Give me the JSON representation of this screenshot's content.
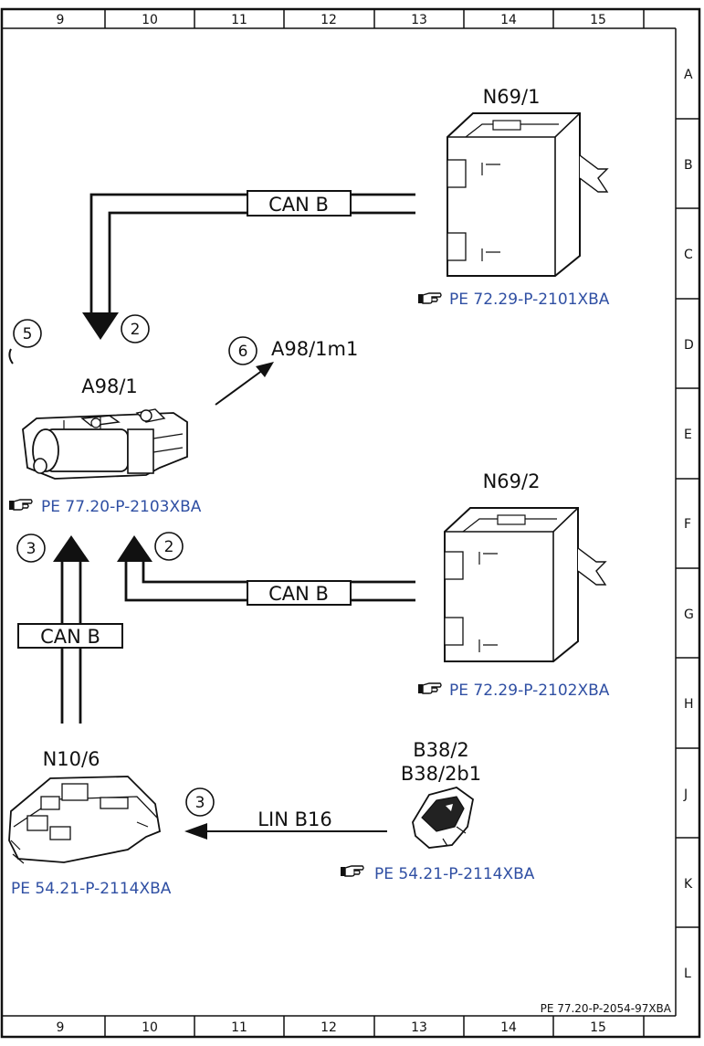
{
  "grid": {
    "columns": [
      "9",
      "10",
      "11",
      "12",
      "13",
      "14",
      "15"
    ],
    "rows": [
      "A",
      "B",
      "C",
      "D",
      "E",
      "F",
      "G",
      "H",
      "J",
      "K",
      "L"
    ]
  },
  "components": {
    "n69_1": {
      "label": "N69/1",
      "ref": "PE 72.29-P-2101XBA"
    },
    "n69_2": {
      "label": "N69/2",
      "ref": "PE 72.29-P-2102XBA"
    },
    "a98_1": {
      "label": "A98/1",
      "ref": "PE 77.20-P-2103XBA"
    },
    "a98_1m1": {
      "label": "A98/1m1"
    },
    "n10_6": {
      "label": "N10/6",
      "ref": "PE 54.21-P-2114XBA"
    },
    "b38_2": {
      "label1": "B38/2",
      "label2": "B38/2b1",
      "ref": "PE 54.21-P-2114XBA"
    }
  },
  "buses": {
    "can_top": "CAN B",
    "can_mid": "CAN B",
    "can_left": "CAN B",
    "lin": "LIN B16"
  },
  "markers": {
    "m5": "5",
    "m2_top": "2",
    "m6": "6",
    "m3_left": "3",
    "m2_mid": "2",
    "m3_bottom": "3"
  },
  "doc_id": "PE 77.20-P-2054-97XBA"
}
